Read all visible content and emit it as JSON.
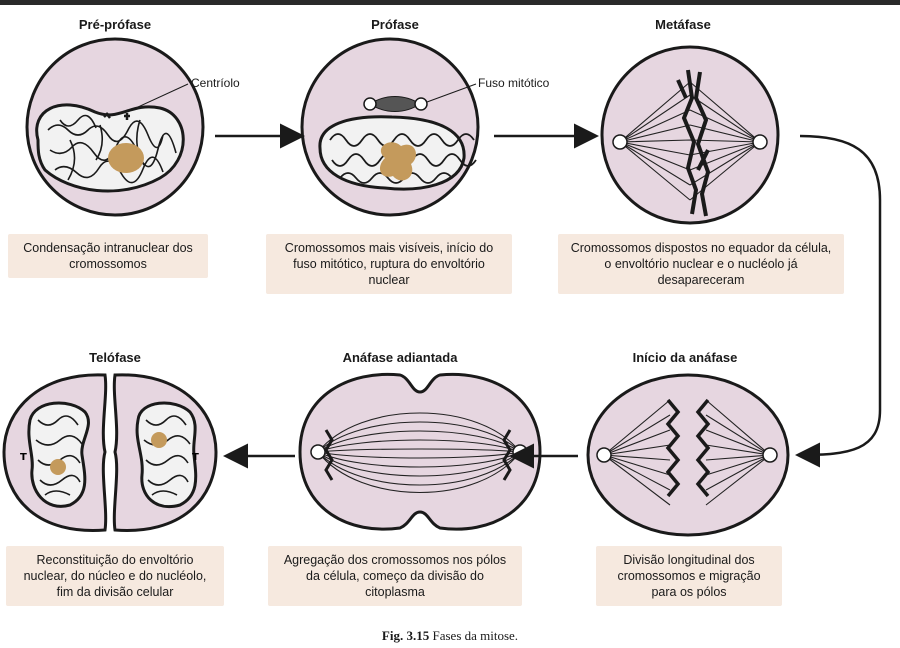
{
  "phases": [
    {
      "title": "Pré-prófase",
      "caption": "Condensação intranuclear dos cromossomos"
    },
    {
      "title": "Prófase",
      "caption": "Cromossomos mais visíveis, início do fuso mitótico, ruptura do envoltório nuclear"
    },
    {
      "title": "Metáfase",
      "caption": "Cromossomos dispostos no equador da célula, o envoltório nuclear e o nucléolo já desapareceram"
    },
    {
      "title": "Início da anáfase",
      "caption": "Divisão longitudinal dos cromossomos e migração para os pólos"
    },
    {
      "title": "Anáfase adiantada",
      "caption": "Agregação dos cromossomos nos pólos da célula, começo da divisão do citoplasma"
    },
    {
      "title": "Telófase",
      "caption": "Reconstituição do envoltório nuclear, do núcleo e do nucléolo, fim da divisão celular"
    }
  ],
  "labels": {
    "centriolo": "Centríolo",
    "fuso": "Fuso mitótico"
  },
  "figure_caption": {
    "number": "Fig. 3.15",
    "text": "Fases da mitose."
  },
  "colors": {
    "cytoplasm": "#e6d6e0",
    "nucleolus": "#c49a5c",
    "caption_bg": "#f6e9df"
  }
}
